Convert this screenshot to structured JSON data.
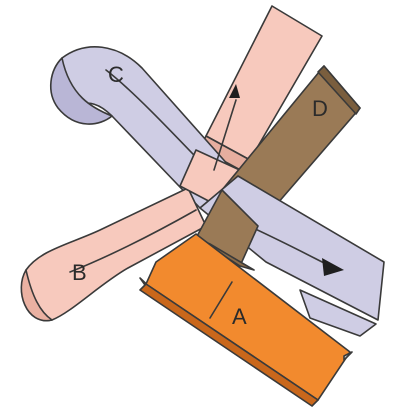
{
  "figure": {
    "straps": [
      {
        "id": "A",
        "label": "A",
        "color": "#f28a2e",
        "shade": "#c9671b"
      },
      {
        "id": "B",
        "label": "B",
        "color": "#f7c9bd",
        "shade": "#e2a595"
      },
      {
        "id": "C",
        "label": "C",
        "color": "#cfcde4",
        "shade": "#a9a6c8"
      },
      {
        "id": "D",
        "label": "D",
        "color": "#9a7a56",
        "shade": "#6f5536"
      }
    ],
    "arrow_color": "#1f1f1f",
    "outline_color": "#3a3a3a"
  }
}
